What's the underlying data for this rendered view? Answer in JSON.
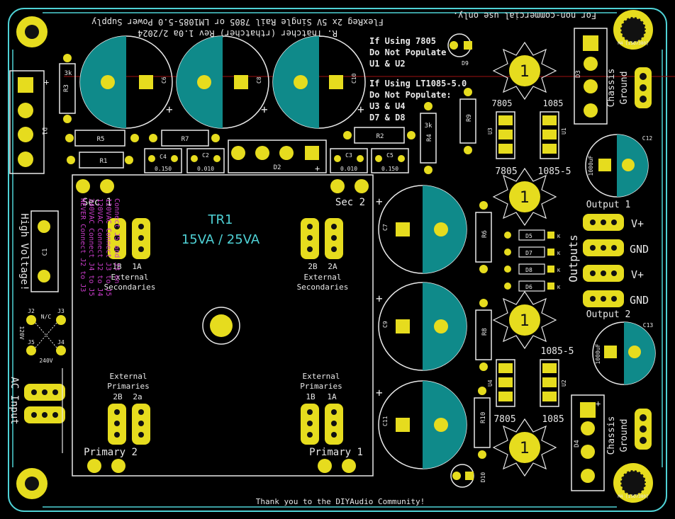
{
  "board": {
    "top_title": "FlexReg 2x 5V Single Rail 7805 or LM1085-5.0 Power Supply",
    "author": "R. Thatcher (rthatcher) Rev 1.0a 2/2024",
    "license": "For non-commercial use only.",
    "thanks": "Thank you to the DIYAudio Community!",
    "hole_label": "M4 [ISO7380]"
  },
  "notes": {
    "n7805_l1": "If Using 7805",
    "n7805_l2": "Do Not Populate",
    "n7805_l3": "U1 & U2",
    "n1085_l1": "If Using LT1085-5.0",
    "n1085_l2": "Do Not Populate:",
    "n1085_l3": "U3 & U4",
    "n1085_l4": "D7 & D8"
  },
  "transformer": {
    "name": "TR1",
    "rating": "15VA / 25VA",
    "sec1": "Sec 1",
    "sec2": "Sec 2",
    "primary1": "Primary 1",
    "primary2": "Primary 2",
    "ext_sec": "External",
    "ext_sec2": "Secondaries",
    "ext_pri": "External",
    "ext_pri2": "Primaries",
    "p1b": "1B",
    "p1a": "1A",
    "p2b": "2B",
    "p2a": "2A",
    "q2b": "2B",
    "q2a": "2a",
    "q1b": "1B",
    "q1a": "1A"
  },
  "mains": {
    "hv": "High Voltage!",
    "ac": "AC Input",
    "nc": "N/C",
    "v120": "120V",
    "v240": "240V",
    "wiring1": "120VAC Connect J2 to J4",
    "wiring2": "120VAC Connect J3 to J5",
    "wiring3": "240VAC Connect J4 to J5",
    "wiring4": "NEVER Connect J2 to J3",
    "wiring5": "Connect J5 and J3 on"
  },
  "outputs": {
    "label": "Outputs",
    "out1": "Output 1",
    "out2": "Output 2",
    "vplus1": "V+",
    "gnd1": "GND",
    "vplus2": "V+",
    "gnd2": "GND",
    "chassis": "Chassis",
    "ground": "Ground"
  },
  "regs": {
    "r7805_a": "7805",
    "r1085_a": "1085",
    "r7805_b": "7805",
    "r1085_b": "1085-5",
    "r1085_c": "1085-5",
    "r7805_d": "7805",
    "r1085_d": "1085"
  },
  "refs": {
    "R1": "R1",
    "R2": "R2",
    "R3": "R3",
    "R4": "R4",
    "R5": "R5",
    "R6": "R6",
    "R7": "R7",
    "R8": "R8",
    "R9": "R9",
    "R10": "R10",
    "C1": "C1",
    "C2": "C2",
    "C3": "C3",
    "C4": "C4",
    "C5": "C5",
    "C6": "C6",
    "C7": "C7",
    "C8": "C8",
    "C9": "C9",
    "C10": "C10",
    "C11": "C11",
    "C12": "C12",
    "C13": "C13",
    "D1": "D1",
    "D2": "D2",
    "D3": "D3",
    "D4": "D4",
    "D5": "D5",
    "D6": "D6",
    "D7": "D7",
    "D8": "D8",
    "D9": "D9",
    "D10": "D10",
    "U1": "U1",
    "U2": "U2",
    "U3": "U3",
    "U4": "U4",
    "J2": "J2",
    "J3": "J3",
    "J4": "J4",
    "J5": "J5",
    "v3k_a": "3k",
    "v3k_b": "3k",
    "v0150_a": "0.150",
    "v0010_a": "0.010",
    "v0010_b": "0.010",
    "v0150_b": "0.150",
    "v1000_a": "1000uF",
    "v1000_b": "1000uF",
    "k": "K",
    "plus": "+"
  },
  "colors": {
    "board": "#000000",
    "pad": "#e6dc1e",
    "silk": "#e8e8e8",
    "edge": "#4fd2d6",
    "cap_fill": "#0f8a8a",
    "note_magenta": "#c83cc8"
  }
}
